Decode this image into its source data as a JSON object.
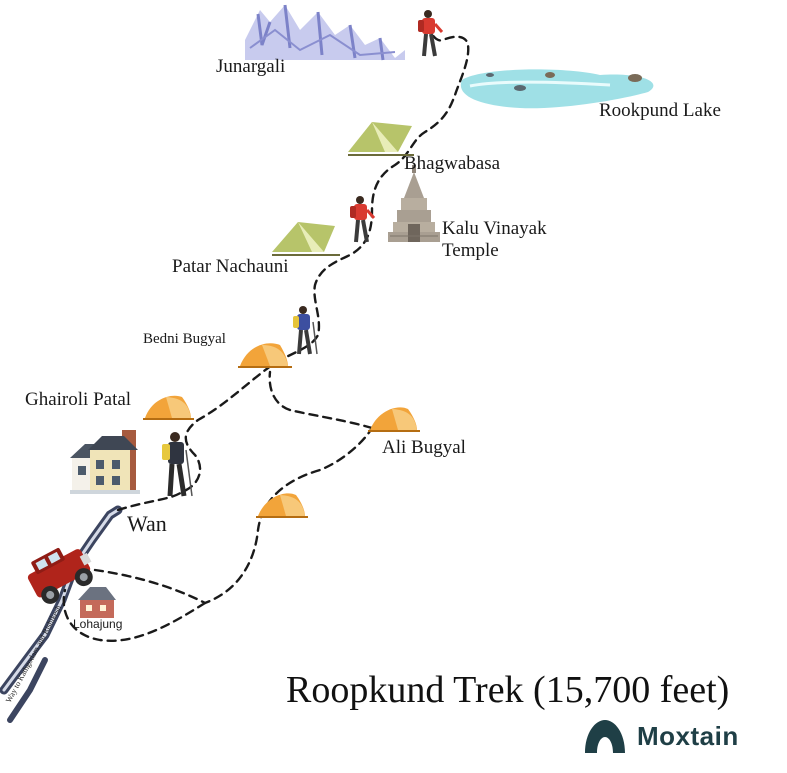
{
  "title": "Roopkund Trek (15,700 feet)",
  "brand": {
    "name": "Moxtain"
  },
  "places": {
    "junargali": "Junargali",
    "rookpund_lake": "Rookpund Lake",
    "bhagwabasa": "Bhagwabasa",
    "kalu_vinayak_line1": "Kalu Vinayak",
    "kalu_vinayak_line2": "Temple",
    "patar_nachauni": "Patar Nachauni",
    "bedni_bugyal": "Bedni Bugyal",
    "ghairoli_patal": "Ghairoli Patal",
    "ali_bugyal": "Ali Bugyal",
    "wan": "Wan",
    "lohajung": "Lohajung"
  },
  "road_label": "Way to Kathgodam and Rishikesh",
  "colors": {
    "trail": "#1a1a1a",
    "tent_green": "#b7c46a",
    "tent_orange": "#f2a43a",
    "lake": "#9fe0e6",
    "mountain": "#8a8fd0",
    "brand": "#1f3f46",
    "road": "#3c4560"
  },
  "icons": [
    "mountain-icon",
    "lake-icon",
    "tent-icon",
    "temple-icon",
    "hiker-icon",
    "house-icon",
    "jeep-icon",
    "brand-logo-icon"
  ]
}
